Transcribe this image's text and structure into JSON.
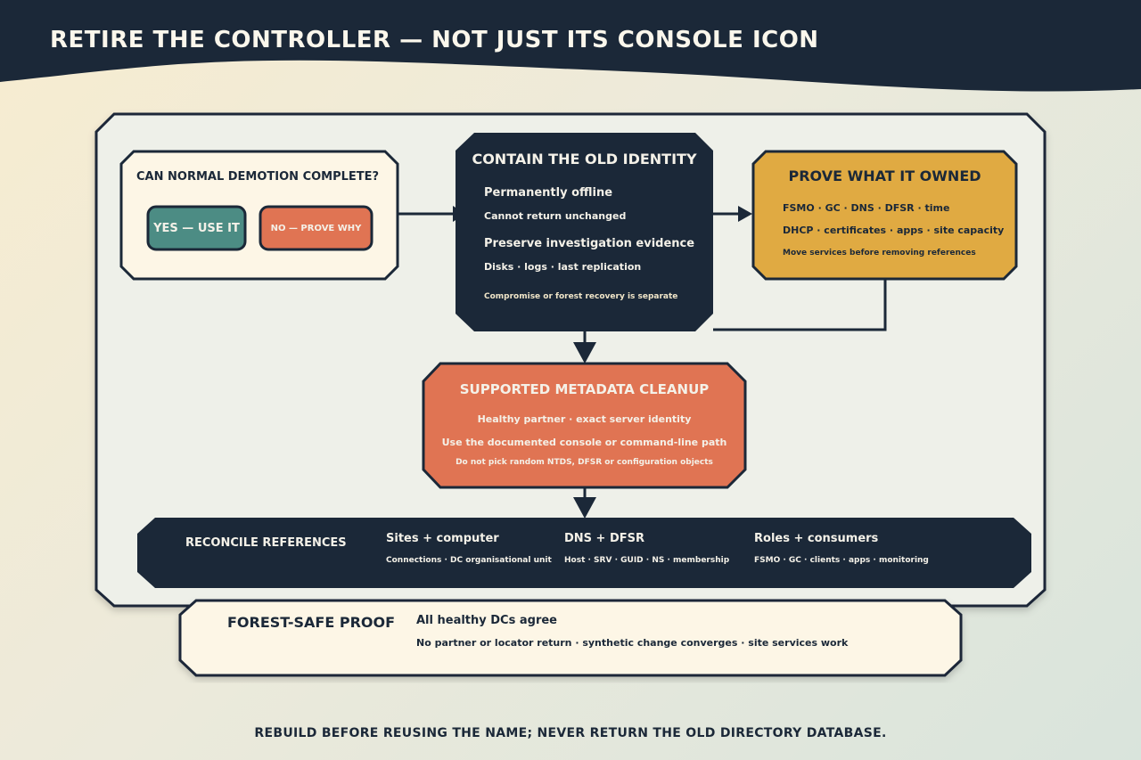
{
  "title": "RETIRE THE CONTROLLER — NOT JUST ITS CONSOLE ICON",
  "decision": {
    "question": "CAN NORMAL DEMOTION COMPLETE?",
    "yes_label": "YES — USE IT",
    "no_label": "NO — PROVE WHY"
  },
  "contain": {
    "heading": "CONTAIN THE OLD IDENTITY",
    "line1": "Permanently offline",
    "line1_sub": "Cannot return unchanged",
    "line2": "Preserve investigation evidence",
    "line2_sub": "Disks · logs · last replication",
    "note": "Compromise or forest recovery is separate"
  },
  "prove": {
    "heading": "PROVE WHAT IT OWNED",
    "line1": "FSMO · GC · DNS · DFSR · time",
    "line2": "DHCP · certificates · apps · site capacity",
    "note": "Move services before removing references"
  },
  "cleanup": {
    "heading": "SUPPORTED METADATA CLEANUP",
    "line1": "Healthy partner · exact server identity",
    "line2": "Use the documented console or command-line path",
    "note": "Do not pick random NTDS, DFSR or configuration objects"
  },
  "reconcile": {
    "heading": "RECONCILE REFERENCES",
    "col1_title": "Sites + computer",
    "col1_sub": "Connections · DC organisational unit",
    "col2_title": "DNS + DFSR",
    "col2_sub": "Host · SRV · GUID · NS · membership",
    "col3_title": "Roles + consumers",
    "col3_sub": "FSMO · GC · clients · apps · monitoring"
  },
  "proof": {
    "heading": "FOREST-SAFE PROOF",
    "line1": "All healthy DCs agree",
    "line2": "No partner or locator return · synthetic change converges · site services work"
  },
  "footer": "REBUILD BEFORE REUSING THE NAME; NEVER RETURN THE OLD DIRECTORY DATABASE.",
  "colors": {
    "navy": "#1b2838",
    "teal": "#4c8c84",
    "coral": "#e07453",
    "mustard": "#e0aa42",
    "cream": "#fdf6e6",
    "panel": "#eef0e9"
  }
}
